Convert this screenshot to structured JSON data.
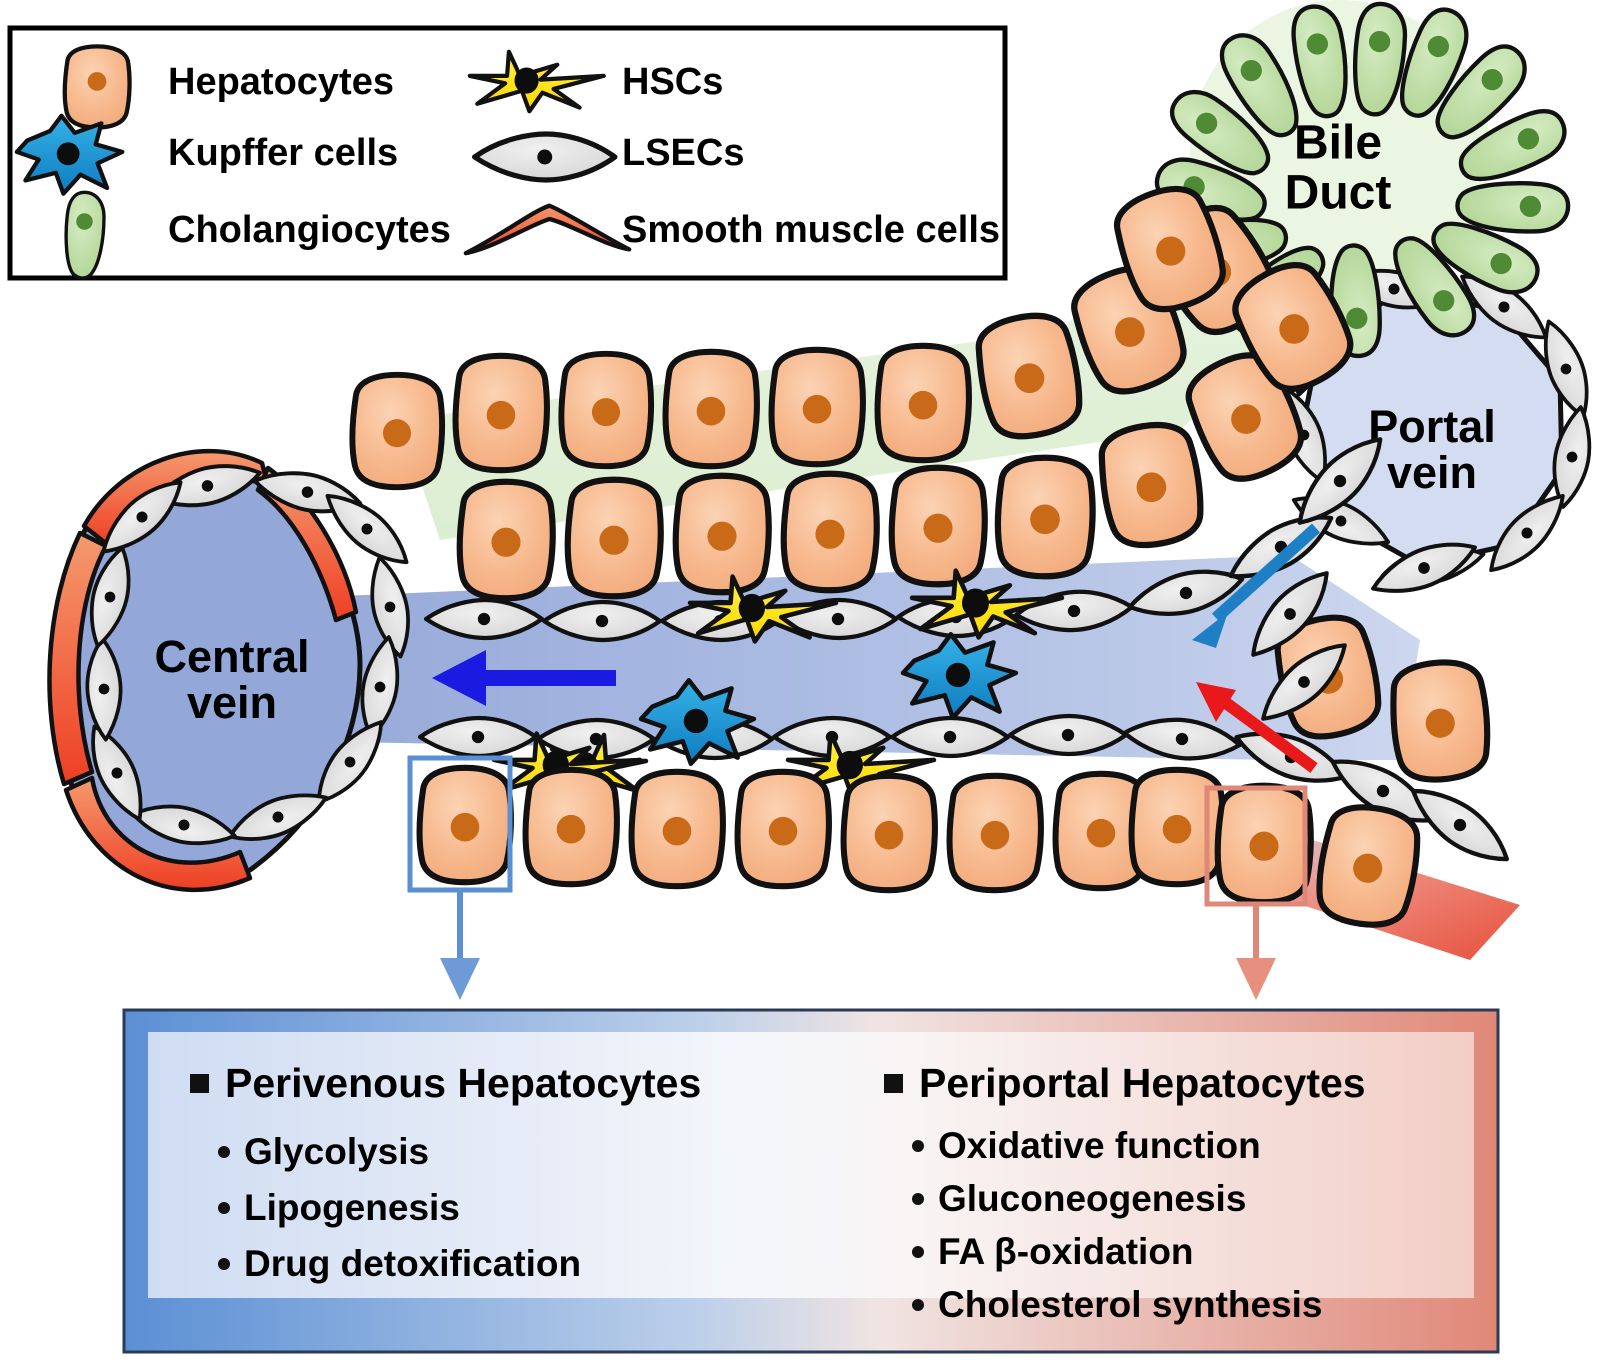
{
  "legend": {
    "items": [
      {
        "id": "hepatocytes",
        "label": "Hepatocytes",
        "icon": "hepatocyte-cell-icon",
        "fill": "#f4b183",
        "nucleus": "#c96a18"
      },
      {
        "id": "hscs",
        "label": "HSCs",
        "icon": "stellate-cell-icon",
        "fill": "#ffe200",
        "nucleus": "#000000"
      },
      {
        "id": "kupffer",
        "label": "Kupffer cells",
        "icon": "kupffer-cell-icon",
        "fill": "#1f9ad6",
        "nucleus": "#000000"
      },
      {
        "id": "lsecs",
        "label": "LSECs",
        "icon": "lsec-cell-icon",
        "fill": "#dcdcdc",
        "nucleus": "#000000"
      },
      {
        "id": "cholangiocytes",
        "label": "Cholangiocytes",
        "icon": "cholangiocyte-cell-icon",
        "fill": "#b5d79a",
        "nucleus": "#4f8a35"
      },
      {
        "id": "smooth_muscle",
        "label": "Smooth muscle cells",
        "icon": "smooth-muscle-cell-icon",
        "fill": "#ee6a40",
        "nucleus": ""
      }
    ]
  },
  "diagram": {
    "labels": {
      "bile_duct": "Bile\nDuct",
      "bile_duct_line1": "Bile",
      "bile_duct_line2": "Duct",
      "portal_vein_line1": "Portal",
      "portal_vein_line2": "vein",
      "central_vein_line1": "Central",
      "central_vein_line2": "vein"
    },
    "flow_arrows": [
      {
        "id": "portal-inflow-arrow",
        "color": "#1f7fc4",
        "direction": "down-left",
        "meaning": "portal venous blood inflow"
      },
      {
        "id": "arterial-inflow-arrow",
        "color": "#e8181b",
        "direction": "up-left",
        "meaning": "hepatic arterial blood inflow"
      },
      {
        "id": "central-outflow-arrow",
        "color": "#1a1ae0",
        "direction": "left",
        "meaning": "blood outflow to central vein"
      }
    ],
    "callouts": [
      {
        "id": "perivenous-callout",
        "color": "#5b8fd4",
        "target": "perivenous hepatocyte"
      },
      {
        "id": "periportal-callout",
        "color": "#e89a93",
        "target": "periportal hepatocyte"
      }
    ],
    "colors": {
      "hepatocyte_fill": "#f6b68a",
      "hepatocyte_nucleus": "#c96a18",
      "lsec_fill": "#dedede",
      "hsc_fill": "#ffe500",
      "kupffer_fill": "#1d9ad8",
      "cholangiocyte_fill": "#bedba3",
      "bile_canaliculus": "#e4f0dc",
      "portal_vein_fill": "#d3dcf0",
      "central_vein_fill": "#93a7d8",
      "sinusoid_fill": "#aebde4",
      "smooth_muscle": "#f2714a"
    }
  },
  "info_boxes": {
    "border_left_color": "#5b8fd4",
    "border_right_color": "#e08878",
    "perivenous": {
      "heading": "Perivenous Hepatocytes",
      "bullets": [
        "Glycolysis",
        "Lipogenesis",
        "Drug detoxification"
      ]
    },
    "periportal": {
      "heading": "Periportal Hepatocytes",
      "bullets": [
        "Oxidative function",
        "Gluconeogenesis",
        "FA β-oxidation",
        "Cholesterol synthesis"
      ]
    }
  }
}
